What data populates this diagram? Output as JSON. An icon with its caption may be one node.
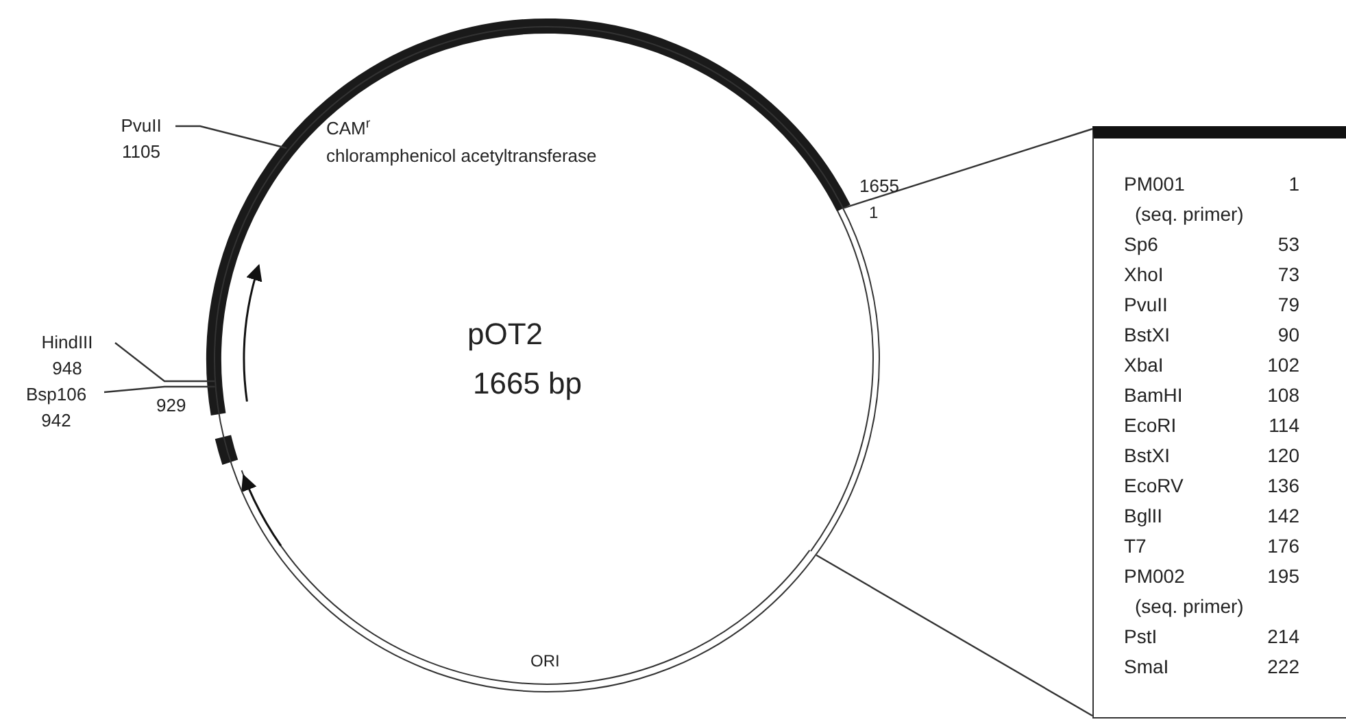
{
  "diagram": {
    "nodes": [
      {
        "text": [
          "PvuII",
          "1105"
        ]
      },
      {
        "text": [
          "HindIII",
          "948"
        ]
      },
      {
        "text": [
          "Bsp106",
          "942"
        ]
      },
      {
        "text": [
          "pOT2",
          "1665 bp"
        ]
      },
      {
        "text": [
          "PM001",
          "1",
          "(seq. primer)",
          "Sp6",
          "53",
          "XhoI",
          "73",
          "PvuII",
          "79",
          "BstXI",
          "90",
          "XbaI",
          "102",
          "BamHI",
          "108",
          "EcoRI",
          "114",
          "BstXI",
          "120",
          "EcoRV",
          "136",
          "BglII",
          "142",
          "T7",
          "176",
          "PM002",
          "195",
          "(seq. primer)",
          "PstI",
          "214",
          "SmaI",
          "222"
        ]
      }
    ],
    "edges": [
      {
        "from": 0,
        "to": 3,
        "arrow": "none"
      },
      {
        "from": 1,
        "to": 3,
        "arrow": "none"
      },
      {
        "from": 2,
        "to": 3,
        "arrow": "none"
      },
      {
        "from": 3,
        "to": 4,
        "arrow": "none"
      },
      {
        "from": 3,
        "to": 4,
        "arrow": "none"
      }
    ],
    "labels": [
      "CAM$^{r}$",
      "chloramphenicol acetyltransferase",
      "1655",
      "1",
      "929",
      "ORI"
    ]
  }
}
